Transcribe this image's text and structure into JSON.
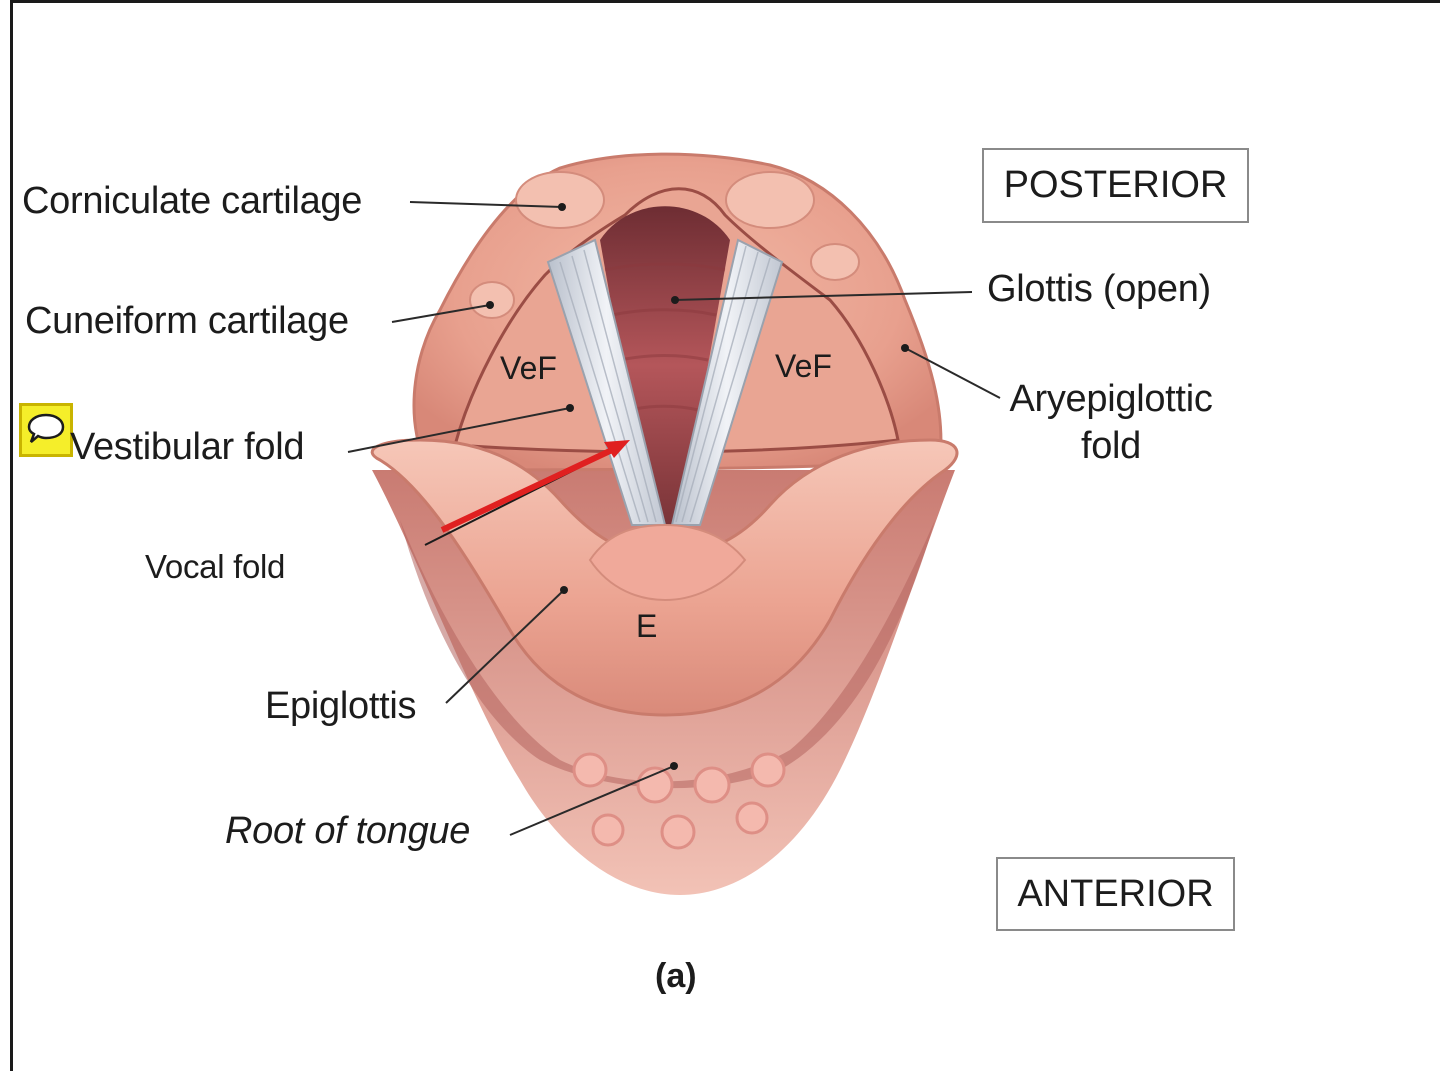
{
  "labels": {
    "corniculate": "Corniculate cartilage",
    "cuneiform": "Cuneiform cartilage",
    "vestibular": "Vestibular fold",
    "vocal": "Vocal fold",
    "epiglottis": "Epiglottis",
    "root_tongue": "Root of tongue",
    "glottis": "Glottis (open)",
    "aryepiglottic_line1": "Aryepiglottic",
    "aryepiglottic_line2": "fold",
    "posterior": "POSTERIOR",
    "anterior": "ANTERIOR",
    "vef_left": "VeF",
    "vef_right": "VeF",
    "e": "E",
    "caption": "(a)"
  },
  "icons": {
    "comment": "speech-bubble-comment-icon"
  },
  "colors": {
    "tissue": "#e9a090",
    "tissue_light": "#f4c2b2",
    "glottis": "#a84a4a",
    "vocal_cord": "#dfe3ea",
    "arrow": "#e02020",
    "comment_bg": "#f5ee2a"
  }
}
